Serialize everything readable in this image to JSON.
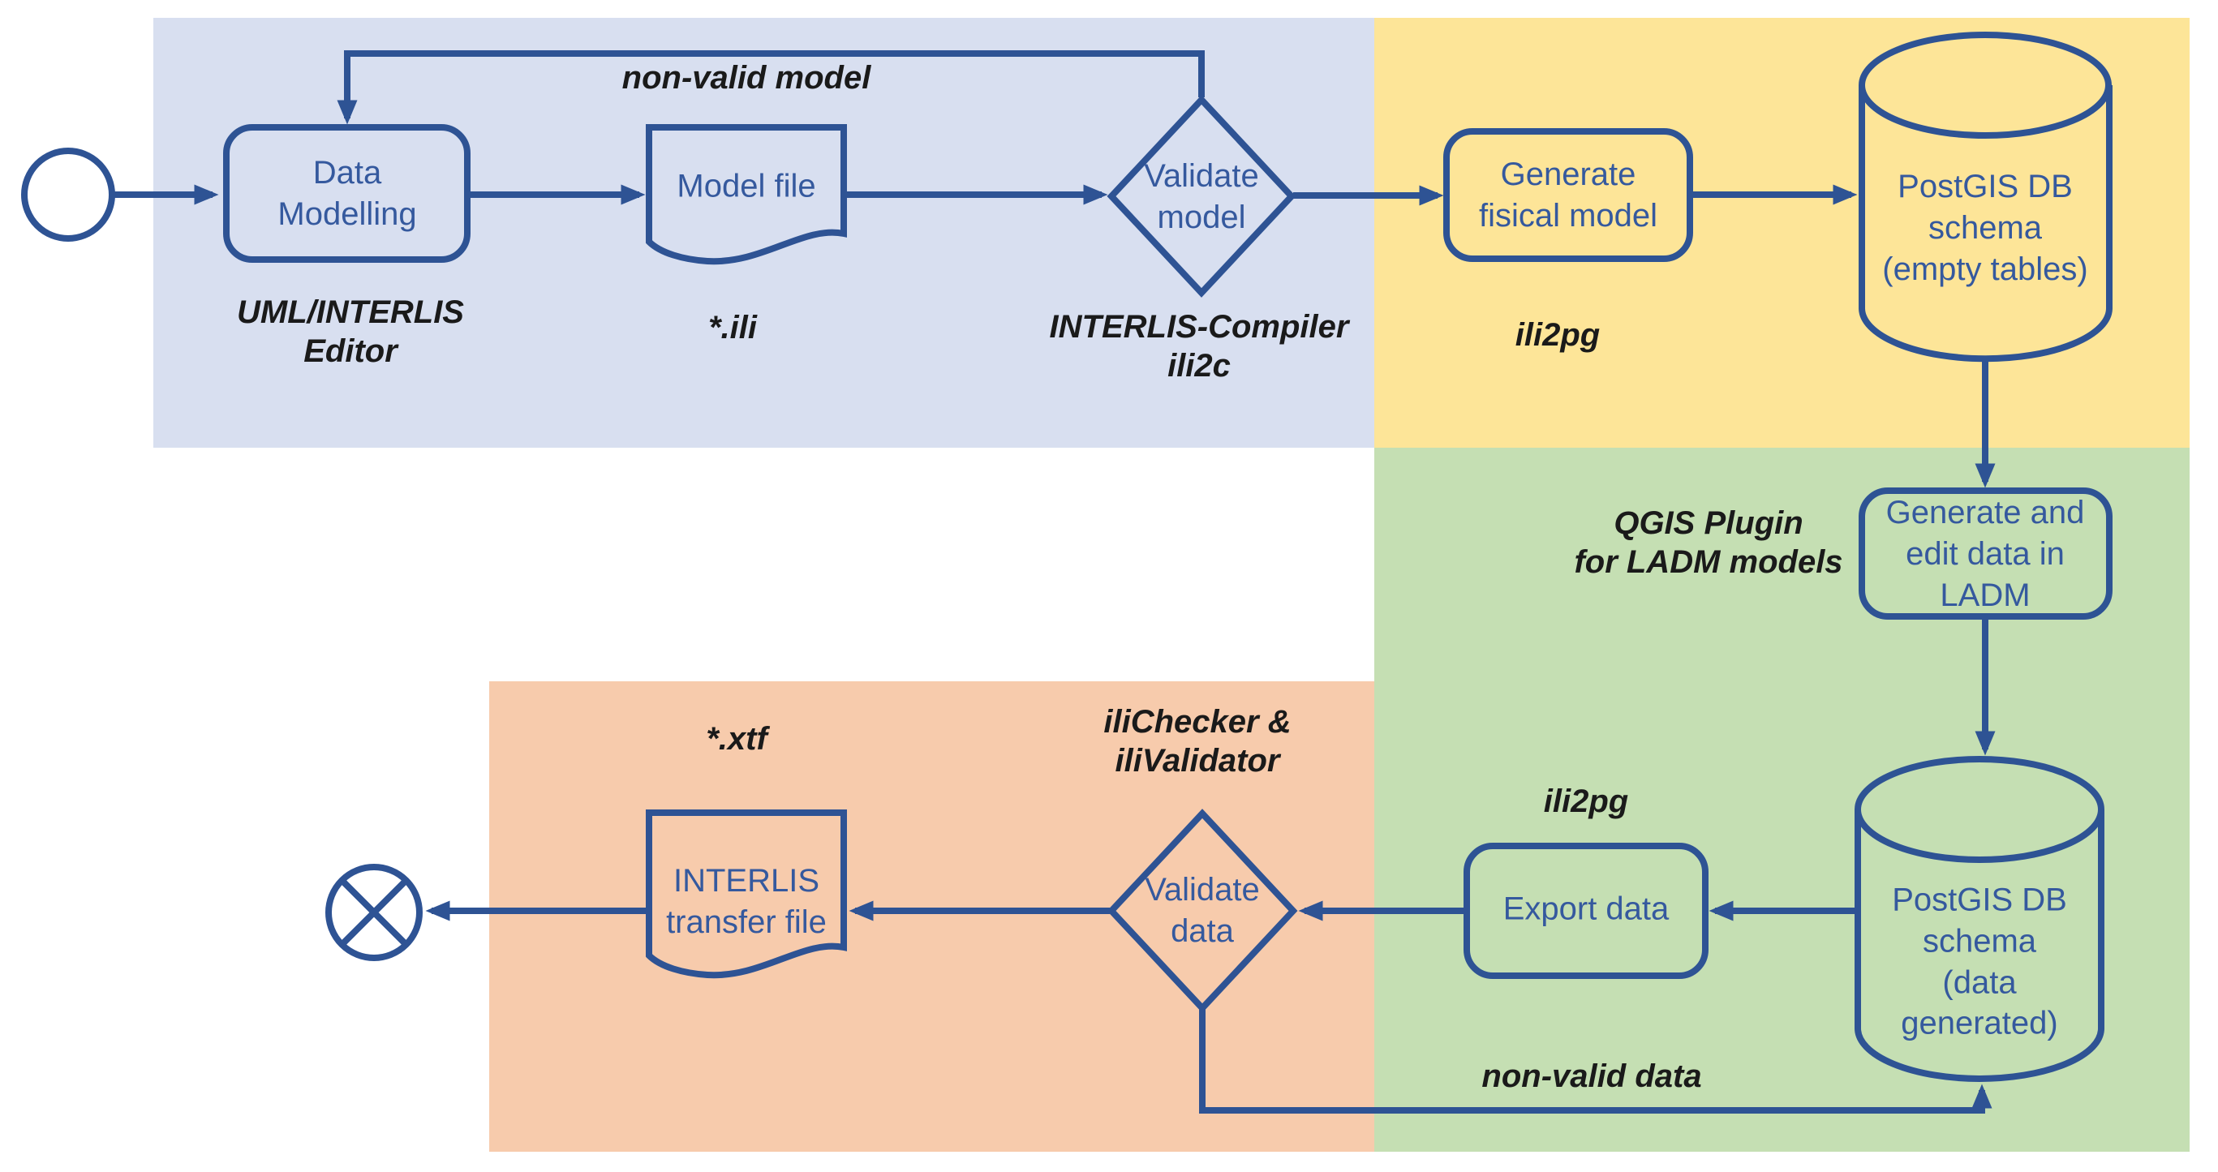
{
  "diagram": {
    "kind": "flowchart",
    "colors": {
      "stroke": "#2e5394",
      "node_text": "#35599e",
      "annotation_text": "#1a1a1a",
      "region_modelling_blue": "#d8dff0",
      "region_physical_yellow": "#fde598",
      "region_data_green": "#c5dfb3",
      "region_validation_orange": "#f7cbac",
      "background": "#ffffff"
    },
    "nodes": {
      "data_modelling": "Data\nModelling",
      "model_file": "Model file",
      "validate_model": "Validate\nmodel",
      "generate_fisical": "Generate\nfisical model",
      "postgis_empty": "PostGIS DB\nschema\n(empty tables)",
      "generate_edit": "Generate and\nedit data in\nLADM",
      "postgis_data": "PostGIS DB\nschema\n(data\ngenerated)",
      "export_data": "Export data",
      "validate_data": "Validate\ndata",
      "transfer_file": "INTERLIS\ntransfer file"
    },
    "annotations": {
      "uml_editor": "UML/INTERLIS\nEditor",
      "ili_ext": "*.ili",
      "compiler": "INTERLIS-Compiler\nili2c",
      "ili2pg_model": "ili2pg",
      "qgis_plugin": "QGIS Plugin\nfor LADM models",
      "ili2pg_export": "ili2pg",
      "checker": "iliChecker &\niliValidator",
      "xtf_ext": "*.xtf",
      "non_valid_model": "non-valid model",
      "non_valid_data": "non-valid data"
    }
  }
}
